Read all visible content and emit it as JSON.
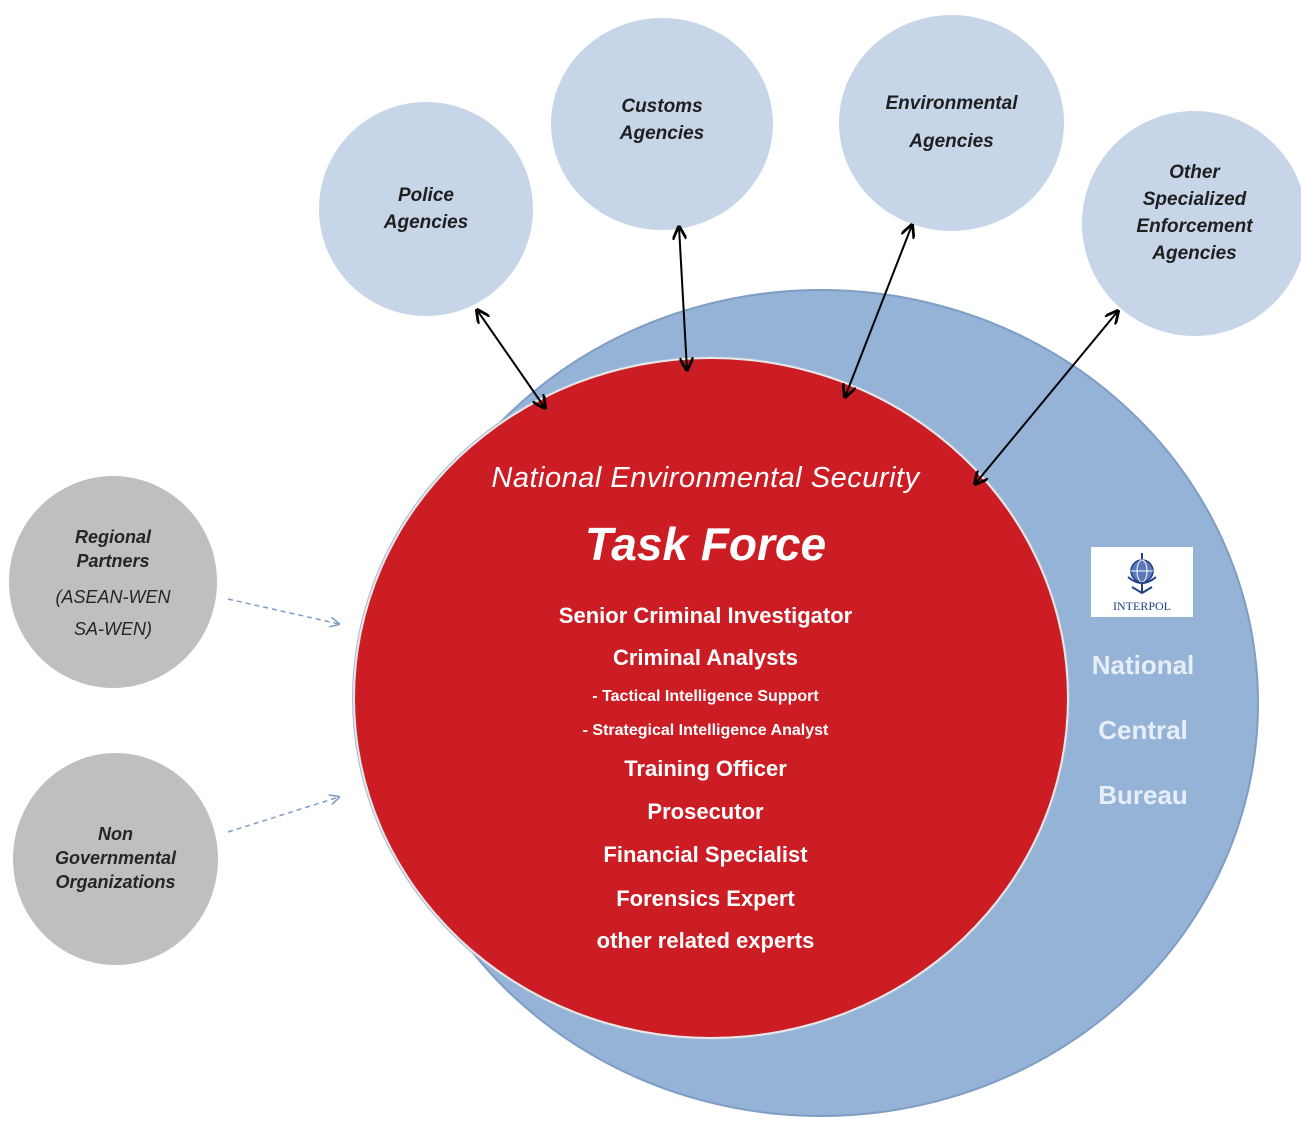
{
  "agencies": [
    {
      "line1": "Police",
      "line2": "Agencies"
    },
    {
      "line1": "Customs",
      "line2": "Agencies"
    },
    {
      "line1": "Environmental",
      "line2": "Agencies"
    },
    {
      "line1": "Other",
      "line2": "Specialized",
      "line3": "Enforcement",
      "line4": "Agencies"
    }
  ],
  "partners": [
    {
      "line1": "Regional",
      "line2": "Partners",
      "line3": "(ASEAN-WEN",
      "line4": "SA-WEN)"
    },
    {
      "line1": "Non",
      "line2": "Governmental",
      "line3": "Organizations"
    }
  ],
  "task_force": {
    "heading": "National Environmental Security",
    "title": "Task Force",
    "roles": [
      "Senior Criminal Investigator",
      "Criminal Analysts",
      "- Tactical Intelligence Support",
      "- Strategical Intelligence Analyst",
      "Training Officer",
      "Prosecutor",
      "Financial Specialist",
      "Forensics Expert",
      "other related experts"
    ]
  },
  "ncb": {
    "logo_text": "INTERPOL",
    "lines": [
      "National",
      "Central",
      "Bureau"
    ]
  },
  "colors": {
    "outer_circle": "#95b3d7",
    "inner_circle": "#cc1c24",
    "agency_circle": "#c6d6e8",
    "partner_circle": "#bfbfbf",
    "dashed_arrow": "#7f9dc4"
  }
}
